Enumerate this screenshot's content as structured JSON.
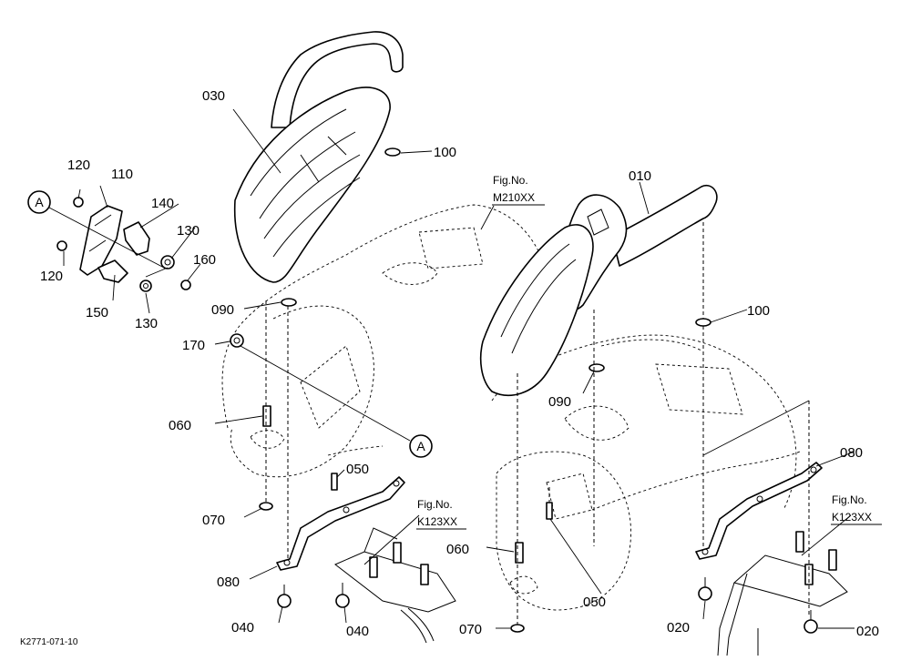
{
  "diagram_code": "K2771-071-10",
  "callout_ref": "A",
  "figure_refs": {
    "center": {
      "caption": "Fig.No.",
      "number": "M210XX"
    },
    "bottom_left": {
      "caption": "Fig.No.",
      "number": "K123XX"
    },
    "bottom_right": {
      "caption": "Fig.No.",
      "number": "K123XX"
    }
  },
  "parts": {
    "p010": "010",
    "p020a": "020",
    "p020b": "020",
    "p030": "030",
    "p040a": "040",
    "p040b": "040",
    "p050a": "050",
    "p050b": "050",
    "p060a": "060",
    "p060b": "060",
    "p070a": "070",
    "p070b": "070",
    "p080a": "080",
    "p080b": "080",
    "p090a": "090",
    "p090b": "090",
    "p100a": "100",
    "p100b": "100",
    "p110": "110",
    "p120a": "120",
    "p120b": "120",
    "p130a": "130",
    "p130b": "130",
    "p140": "140",
    "p150": "150",
    "p160": "160",
    "p170": "170"
  }
}
